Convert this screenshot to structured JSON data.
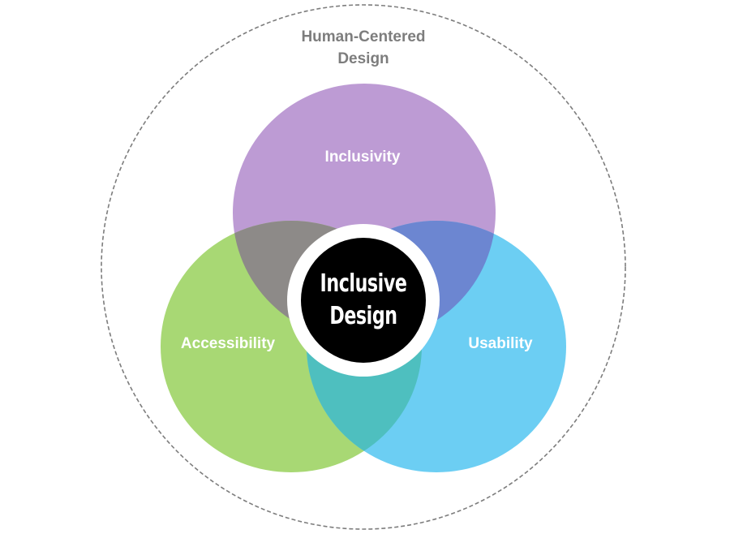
{
  "diagram": {
    "type": "venn",
    "outer": {
      "label_line1": "Human-Centered",
      "label_line2": "Design",
      "stroke": "#7d7d7d",
      "style": "dashed"
    },
    "circles": [
      {
        "label": "Inclusivity",
        "color": "#bd9bd4"
      },
      {
        "label": "Accessibility",
        "color": "#a8d874"
      },
      {
        "label": "Usability",
        "color": "#6ccef3"
      }
    ],
    "overlaps": [
      {
        "sets": [
          "Inclusivity",
          "Accessibility"
        ],
        "color": "#8d8a88"
      },
      {
        "sets": [
          "Inclusivity",
          "Usability"
        ],
        "color": "#6c86d1"
      },
      {
        "sets": [
          "Accessibility",
          "Usability"
        ],
        "color": "#4ebfbf"
      }
    ],
    "center": {
      "label_line1": "Inclusive",
      "label_line2": "Design",
      "fill": "#000000",
      "ring": "#ffffff"
    }
  }
}
